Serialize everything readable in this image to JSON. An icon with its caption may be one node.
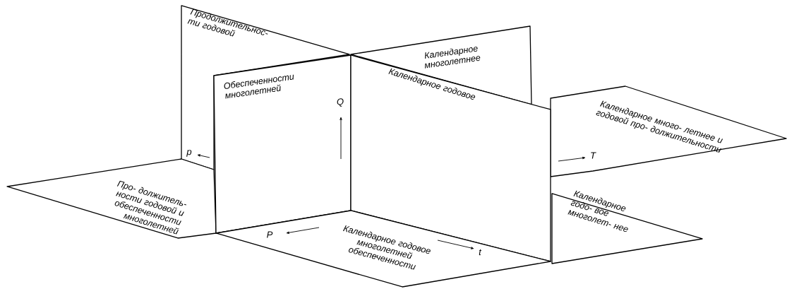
{
  "diagram": {
    "nodes": [
      {
        "text": [
          "Продолжительнос- ти годовой"
        ]
      },
      {
        "text": [
          "Календарное многолетнее"
        ]
      },
      {
        "text": [
          "Обеспеченности многолетней"
        ]
      },
      {
        "text": [
          "Календарное годовое"
        ]
      },
      {
        "text": [
          "Календарное много- летнее и годовой про- должительности"
        ]
      },
      {
        "text": [
          "Про- должитель- ности годовой и обеспеченности многолетней"
        ]
      },
      {
        "text": [
          "Календарное годовое многолетней обеспеченности"
        ]
      },
      {
        "text": [
          "Календарное годо- вое многолет- нее"
        ]
      }
    ],
    "labels": [
      "Q",
      "p",
      "T",
      "P",
      "t"
    ]
  }
}
